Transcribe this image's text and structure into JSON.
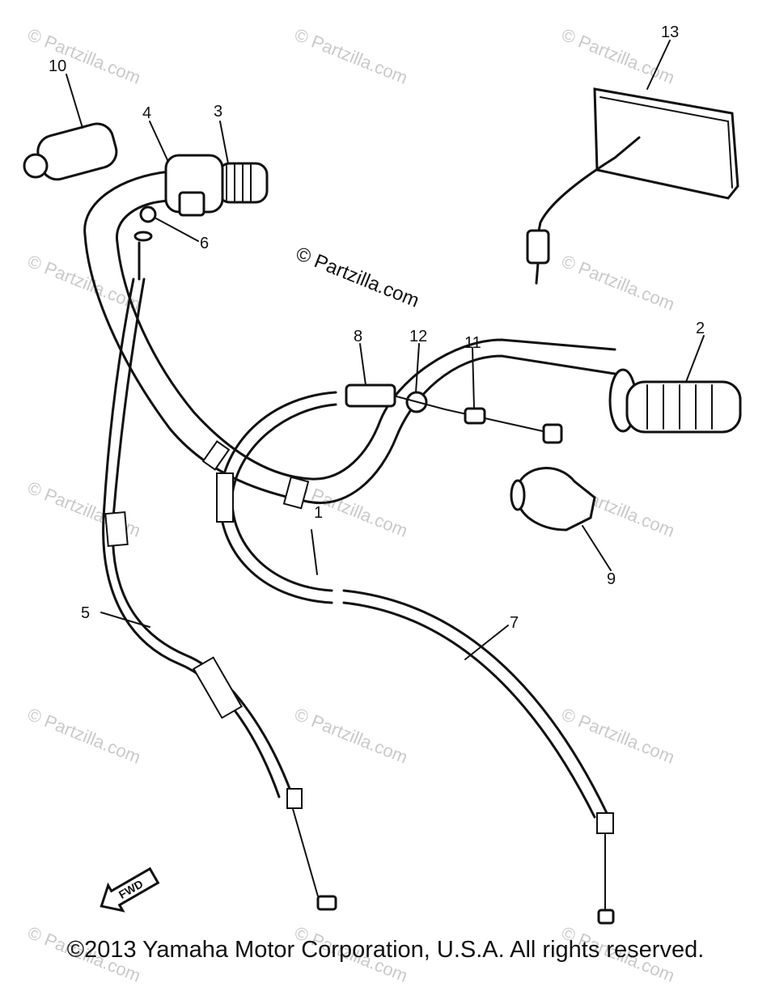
{
  "watermark": {
    "text": "© Partzilla.com",
    "center_text": "© Partzilla.com"
  },
  "callouts": [
    "1",
    "2",
    "3",
    "4",
    "5",
    "6",
    "7",
    "8",
    "9",
    "10",
    "11",
    "12",
    "13"
  ],
  "fwd_label": "FWD",
  "copyright": "©2013 Yamaha Motor Corporation, U.S.A. All rights reserved."
}
